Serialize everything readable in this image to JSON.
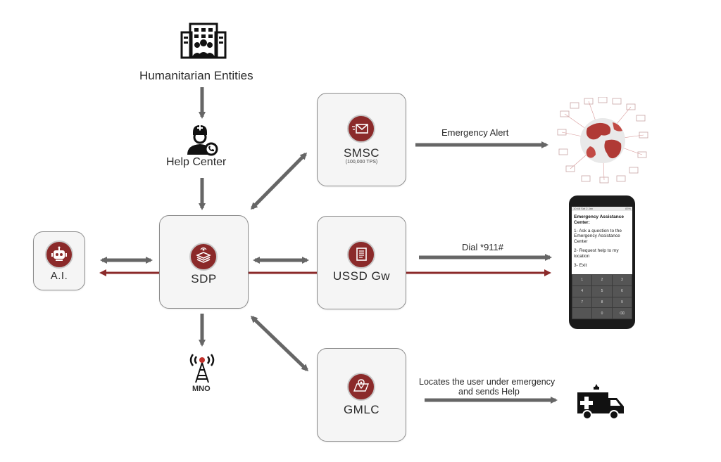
{
  "nodes": {
    "humanitarian": {
      "label": "Humanitarian Entities",
      "icon": "building-people-icon"
    },
    "help_center": {
      "label": "Help Center",
      "icon": "operator-headset-icon"
    },
    "ai": {
      "label": "A.I.",
      "icon": "robot-icon"
    },
    "sdp": {
      "label": "SDP",
      "icon": "stack-broadcast-icon"
    },
    "smsc": {
      "label": "SMSC",
      "sublabel": "(100,000 TPS)",
      "icon": "envelope-icon"
    },
    "ussd": {
      "label": "USSD Gw",
      "icon": "document-list-icon"
    },
    "gmlc": {
      "label": "GMLC",
      "icon": "map-pin-icon"
    },
    "mno": {
      "label": "MNO",
      "icon": "cell-tower-icon"
    }
  },
  "edges": {
    "emergency_alert": "Emergency Alert",
    "dial": "Dial *911#",
    "locates_line1": "Locates the user under emergency",
    "locates_line2": "and sends Help"
  },
  "phone": {
    "status_left": "10:48 Sat 2 Jan",
    "status_right": "83%",
    "title": "Emergency Assistance Center:",
    "options": [
      "1- Ask a question to the Emergency Assistance Center",
      "2- Request help to my location",
      "3- Exit"
    ],
    "keys": [
      "1",
      "2",
      "3",
      "4",
      "5",
      "6",
      "7",
      "8",
      "9",
      "",
      "0",
      "⌫"
    ]
  },
  "illustrations": {
    "globe": "globe-envelopes-icon",
    "ambulance": "ambulance-icon"
  },
  "colors": {
    "accent": "#8b2a2a",
    "arrow": "#666666",
    "box_bg": "#f5f5f5",
    "box_border": "#8c8c8c"
  }
}
